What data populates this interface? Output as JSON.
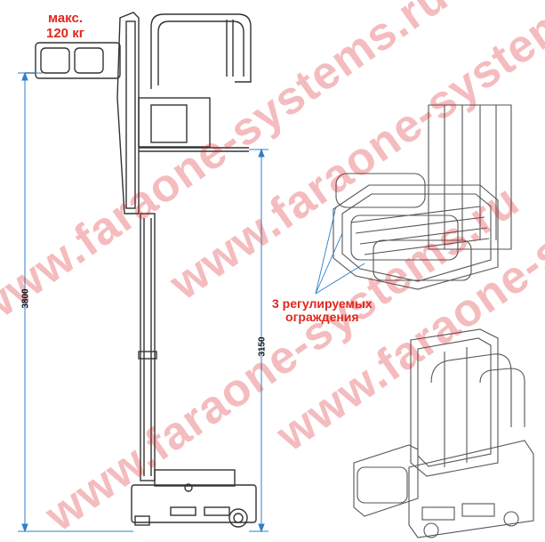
{
  "capacity_label": {
    "line1": "макс.",
    "line2": "120 кг"
  },
  "dimensions": {
    "overall_height": "3800",
    "platform_height": "3150"
  },
  "rails_label": {
    "line1": "3 регулируемых",
    "line2": "ограждения"
  },
  "watermark": "www.faraone-systems.ru",
  "colors": {
    "label_red": "#e0271b",
    "dimension_blue": "#2f7fc8",
    "drawing_line": "#333333",
    "watermark_red": "#d9141a"
  }
}
